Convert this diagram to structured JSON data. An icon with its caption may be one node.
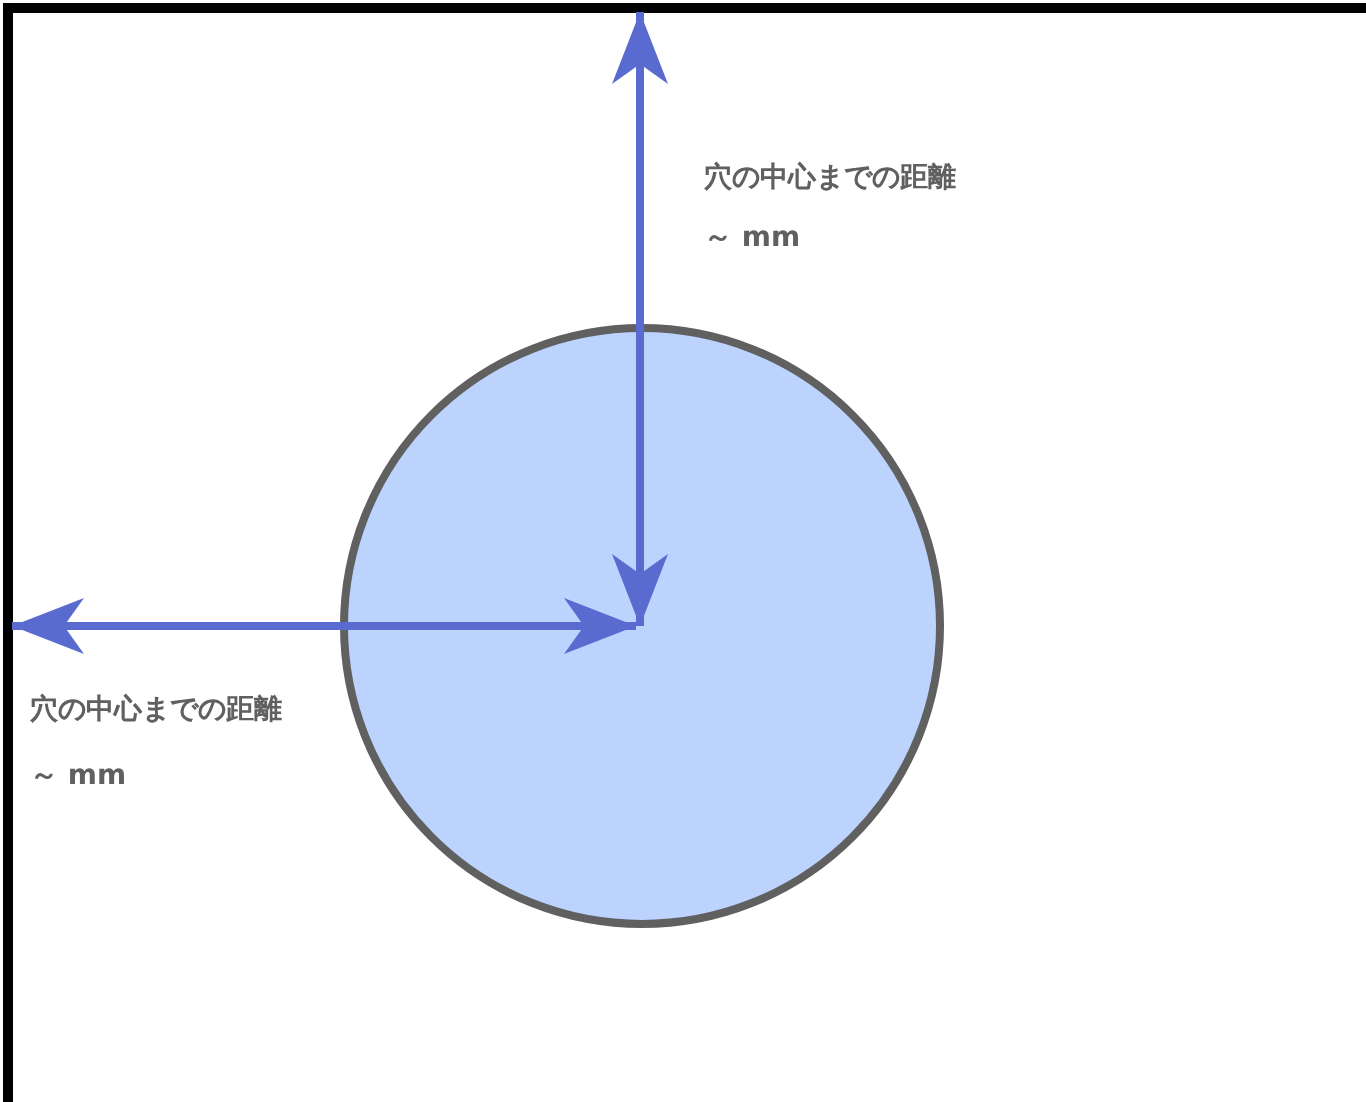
{
  "diagram": {
    "labels": [
      "穴の中心までの距離",
      "～ mm",
      "穴の中心までの距離",
      "～ mm"
    ]
  }
}
